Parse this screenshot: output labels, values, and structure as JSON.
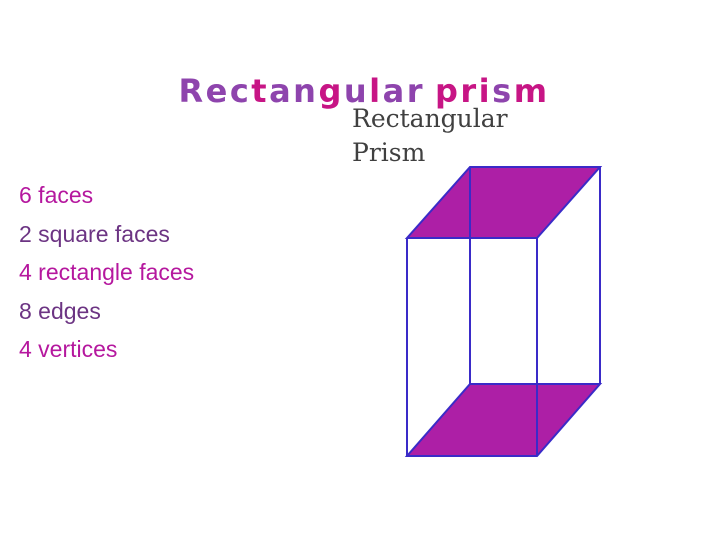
{
  "slide": {
    "title": {
      "words": [
        [
          {
            "text": "Rec",
            "color": "#8E44AD"
          },
          {
            "text": "t",
            "color": "#C71585"
          },
          {
            "text": "an",
            "color": "#8E44AD"
          },
          {
            "text": "g",
            "color": "#C71585"
          },
          {
            "text": "u",
            "color": "#8E44AD"
          },
          {
            "text": "l",
            "color": "#C71585"
          },
          {
            "text": "ar",
            "color": "#8E44AD"
          }
        ],
        [
          {
            "text": "pri",
            "color": "#C71585"
          },
          {
            "text": "s",
            "color": "#8E44AD"
          },
          {
            "text": "m",
            "color": "#C71585"
          }
        ]
      ]
    },
    "facts": [
      {
        "text": "6 faces",
        "color": "#B5179E"
      },
      {
        "text": "2 square faces",
        "color": "#6C3483"
      },
      {
        "text": "4 rectangle faces",
        "color": "#B5179E"
      },
      {
        "text": "8 edges",
        "color": "#6C3483"
      },
      {
        "text": "4 vertices",
        "color": "#B5179E"
      }
    ],
    "figure": {
      "caption_line1": "Rectangular",
      "caption_line2": "Prism",
      "face_color": "#AD1FA6",
      "edge_color": "#3A2BC8"
    }
  }
}
